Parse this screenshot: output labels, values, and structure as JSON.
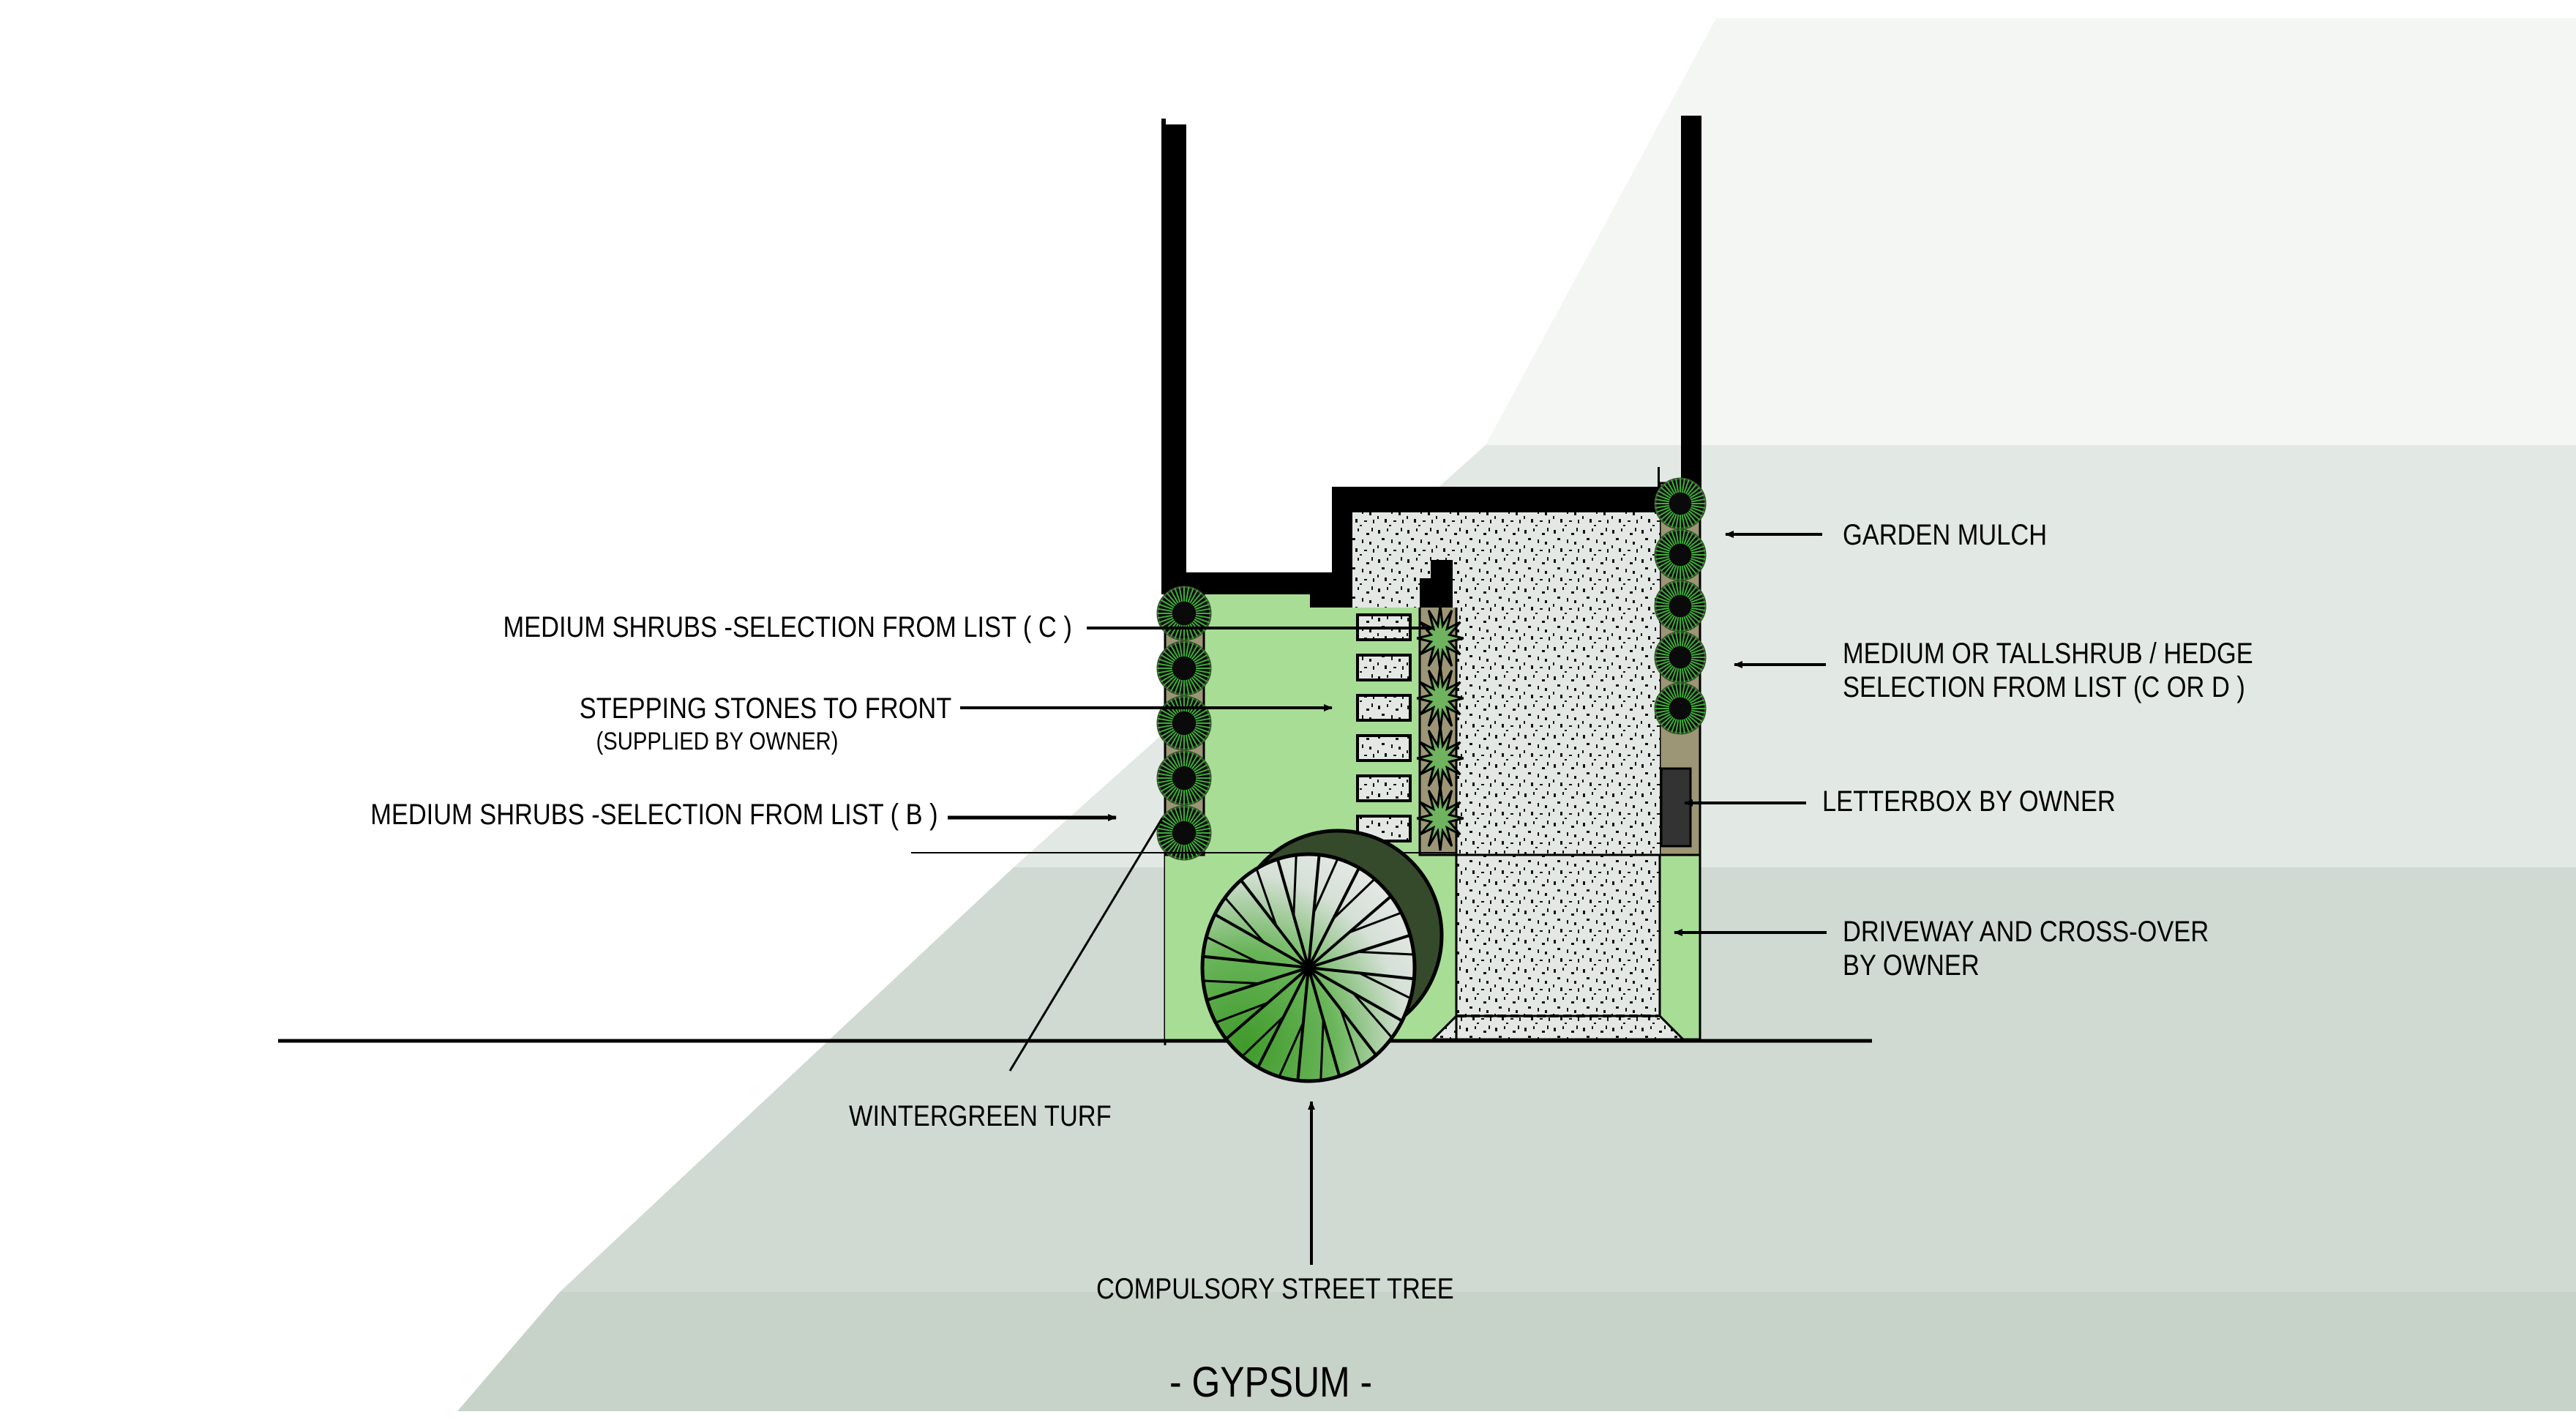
{
  "drawing": {
    "title": "- GYPSUM -",
    "type": "front landscape plan"
  },
  "colors": {
    "band_1": "#f4f6f3",
    "band_2": "#e2e8e3",
    "band_3": "#d0dad2",
    "band_4": "#c7d2c8",
    "turf": "#a8dd96",
    "mulch": "#9c9676",
    "gravel": "#e3e8e4",
    "wall": "#000000",
    "tree_dark": "#354a2a",
    "tree_green": "#3f9a2a",
    "shrub_green": "#6fb35f",
    "letterbox": "#333333"
  },
  "labels": {
    "medium_shrubs_c": "MEDIUM SHRUBS -SELECTION FROM LIST ( C )",
    "stepping_stones": "STEPPING STONES TO FRONT",
    "stepping_stones_note": "(SUPPLIED BY OWNER)",
    "medium_shrubs_b": "MEDIUM SHRUBS -SELECTION FROM LIST ( B )",
    "wintergreen_turf": "WINTERGREEN TURF",
    "street_tree": "COMPULSORY STREET TREE",
    "garden_mulch": "GARDEN MULCH",
    "hedge_line1": "MEDIUM OR TALLSHRUB / HEDGE",
    "hedge_line2": "SELECTION FROM LIST (C OR D )",
    "letterbox": "LETTERBOX BY OWNER",
    "driveway_line1": "DRIVEWAY AND CROSS-OVER",
    "driveway_line2": "BY OWNER"
  },
  "plants": {
    "left_hedge_count": 5,
    "right_hedge_count": 5,
    "stepping_stone_count": 6,
    "spiky_shrub_count": 4,
    "street_tree_count": 1
  }
}
